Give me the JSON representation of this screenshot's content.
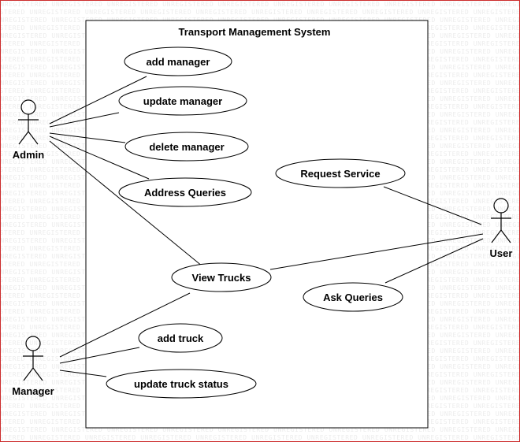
{
  "diagram": {
    "watermark_text": "UNREGISTERED",
    "system_boundary": {
      "title": "Transport Management System"
    },
    "actors": [
      {
        "id": "admin",
        "label": "Admin"
      },
      {
        "id": "manager",
        "label": "Manager"
      },
      {
        "id": "user",
        "label": "User"
      }
    ],
    "use_cases": [
      {
        "id": "add_manager",
        "label": "add manager"
      },
      {
        "id": "update_manager",
        "label": "update manager"
      },
      {
        "id": "delete_manager",
        "label": "delete manager"
      },
      {
        "id": "address_queries",
        "label": "Address Queries"
      },
      {
        "id": "request_service",
        "label": "Request Service"
      },
      {
        "id": "view_trucks",
        "label": "View Trucks"
      },
      {
        "id": "ask_queries",
        "label": "Ask Queries"
      },
      {
        "id": "add_truck",
        "label": "add truck"
      },
      {
        "id": "update_truck_status",
        "label": "update truck status"
      }
    ],
    "associations": [
      {
        "from": "admin",
        "to": "add_manager"
      },
      {
        "from": "admin",
        "to": "update_manager"
      },
      {
        "from": "admin",
        "to": "delete_manager"
      },
      {
        "from": "admin",
        "to": "address_queries"
      },
      {
        "from": "admin",
        "to": "view_trucks"
      },
      {
        "from": "manager",
        "to": "view_trucks"
      },
      {
        "from": "manager",
        "to": "add_truck"
      },
      {
        "from": "manager",
        "to": "update_truck_status"
      },
      {
        "from": "user",
        "to": "request_service"
      },
      {
        "from": "user",
        "to": "view_trucks"
      },
      {
        "from": "user",
        "to": "ask_queries"
      }
    ],
    "colors": {
      "line": "#000000",
      "frame_border": "#cc2b2b",
      "watermark": "#ececec"
    }
  }
}
